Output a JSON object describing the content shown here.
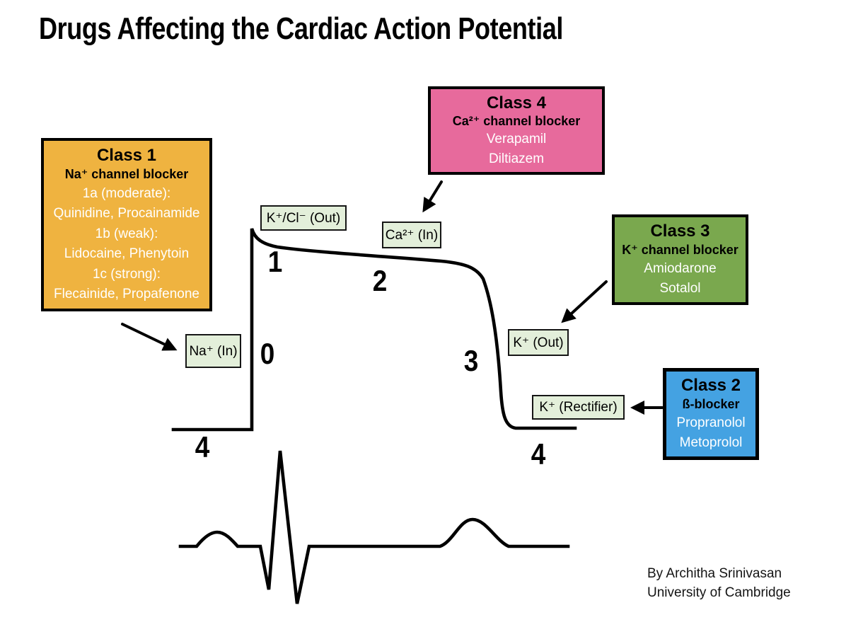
{
  "title": "Drugs Affecting the Cardiac Action Potential",
  "classes": [
    {
      "title": "Class 1",
      "subtitle": "Na⁺ channel blocker",
      "lines": [
        "1a (moderate):",
        "Quinidine, Procainamide",
        "1b (weak):",
        "Lidocaine, Phenytoin",
        "1c (strong):",
        "Flecainide, Propafenone"
      ],
      "color": "#EFB340"
    },
    {
      "title": "Class 2",
      "subtitle": "ß-blocker",
      "lines": [
        "Propranolol",
        "Metoprolol"
      ],
      "color": "#44A2E2"
    },
    {
      "title": "Class 3",
      "subtitle": "K⁺ channel blocker",
      "lines": [
        "Amiodarone",
        "Sotalol"
      ],
      "color": "#7AA84E"
    },
    {
      "title": "Class 4",
      "subtitle": "Ca²⁺ channel blocker",
      "lines": [
        "Verapamil",
        "Diltiazem"
      ],
      "color": "#E76A9C"
    }
  ],
  "ion_labels": [
    "K⁺/Cl⁻ (Out)",
    "Ca²⁺ (In)",
    "Na⁺ (In)",
    "K⁺ (Out)",
    "K⁺ (Rectifier)"
  ],
  "phases": {
    "p0": "0",
    "p1": "1",
    "p2": "2",
    "p3": "3",
    "p4_left": "4",
    "p4_right": "4"
  },
  "credit": {
    "by": "By Architha Srinivasan",
    "org": "University of Cambridge"
  },
  "colors": {
    "ion_label_bg": "#E3EFDA",
    "curve": "#000000",
    "class1": "#EFB340",
    "class2": "#44A2E2",
    "class3": "#7AA84E",
    "class4": "#E76A9C"
  }
}
